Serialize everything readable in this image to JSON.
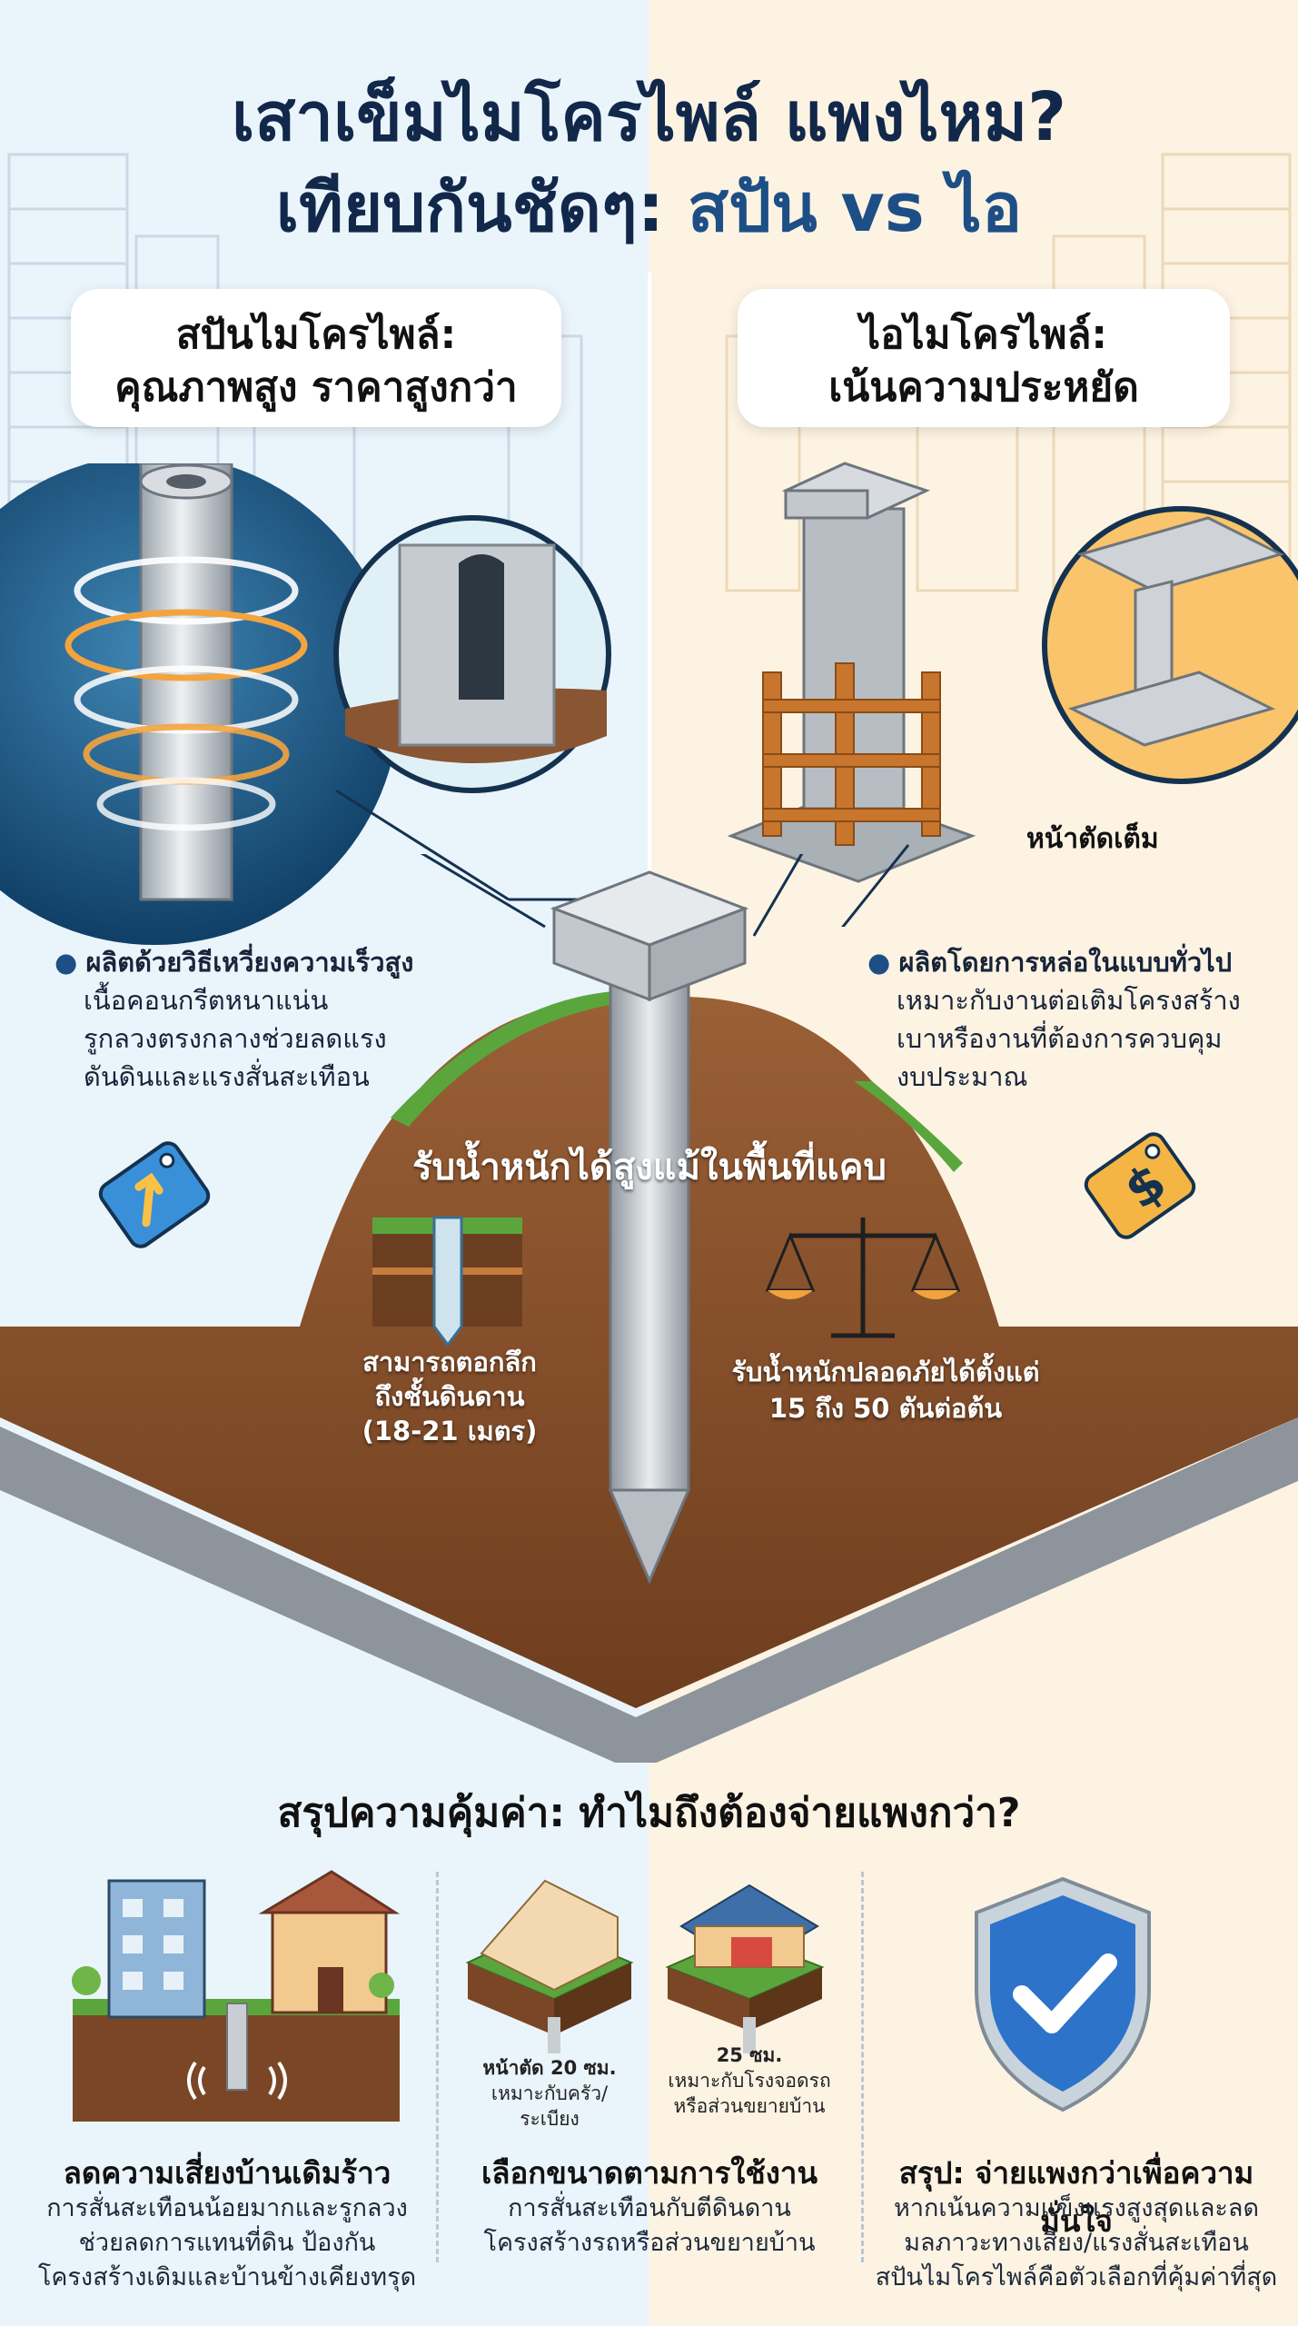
{
  "title": {
    "line1": "เสาเข็มไมโครไพล์ แพงไหม?",
    "line2_prefix": "เทียบกันชัดๆ: ",
    "line2_accent": "สปัน vs ไอ"
  },
  "spun": {
    "card_line1": "สปันไมโครไพล์:",
    "card_line2": "คุณภาพสูง ราคาสูงกว่า",
    "bullet_head": "ผลิตด้วยวิธีเหวี่ยงความเร็วสูง",
    "bullet_lines": [
      "เนื้อคอนกรีตหนาแน่น",
      "รูกลวงตรงกลางช่วยลดแรง",
      "ดันดินและแรงสั่นสะเทือน"
    ]
  },
  "ipile": {
    "card_line1": "ไอไมโครไพล์:",
    "card_line2": "เน้นความประหยัด",
    "section_label": "หน้าตัดเต็ม",
    "bullet_head": "ผลิตโดยการหล่อในแบบทั่วไป",
    "bullet_lines": [
      "เหมาะกับงานต่อเติมโครงสร้าง",
      "เบาหรืองานที่ต้องการควบคุม",
      "งบประมาณ"
    ]
  },
  "center": {
    "headline": "รับน้ำหนักได้สูงแม้ในพื้นที่แคบ",
    "depth_lines": [
      "สามารถตอกลึก",
      "ถึงชั้นดินดาน",
      "(18-21 เมตร)"
    ],
    "load_lines": [
      "รับน้ำหนักปลอดภัยได้ตั้งแต่",
      "15 ถึง 50 ตันต่อต้น"
    ]
  },
  "summary": {
    "heading": "สรุปความคุ้มค่า: ทำไมถึงต้องจ่ายแพงกว่า?",
    "col1": {
      "title": "ลดความเสี่ยงบ้านเดิมร้าว",
      "lines": [
        "การสั่นสะเทือนน้อยมากและรูกลวง",
        "ช่วยลดการแทนที่ดิน ป้องกัน",
        "โครงสร้างเดิมและบ้านข้างเคียงทรุด"
      ]
    },
    "col2": {
      "title": "เลือกขนาดตามการใช้งาน",
      "caption_a": [
        "หน้าตัด 20 ซม.",
        "เหมาะกับครัว/ระเบียง"
      ],
      "caption_b": [
        "25 ซม.",
        "เหมาะกับโรงจอดรถ",
        "หรือส่วนขยายบ้าน"
      ],
      "lines": [
        "การสั่นสะเทือนกับตีดินดาน",
        "โครงสร้างรถหรือส่วนขยายบ้าน"
      ]
    },
    "col3": {
      "title": "สรุป: จ่ายแพงกว่าเพื่อความมั่นใจ",
      "lines": [
        "หากเน้นความแข็งแรงสูงสุดและลด",
        "มลภาวะทางเสียง/แรงสั่นสะเทือน",
        "สปันไมโครไพล์คือตัวเลือกที่คุ้มค่าที่สุด"
      ]
    }
  },
  "colors": {
    "spun_side": "#eaf4fb",
    "ipile_side": "#fdf3e3",
    "soil": "#8a5532",
    "grass": "#5aa63c",
    "accent_blue": "#1d4f86"
  }
}
